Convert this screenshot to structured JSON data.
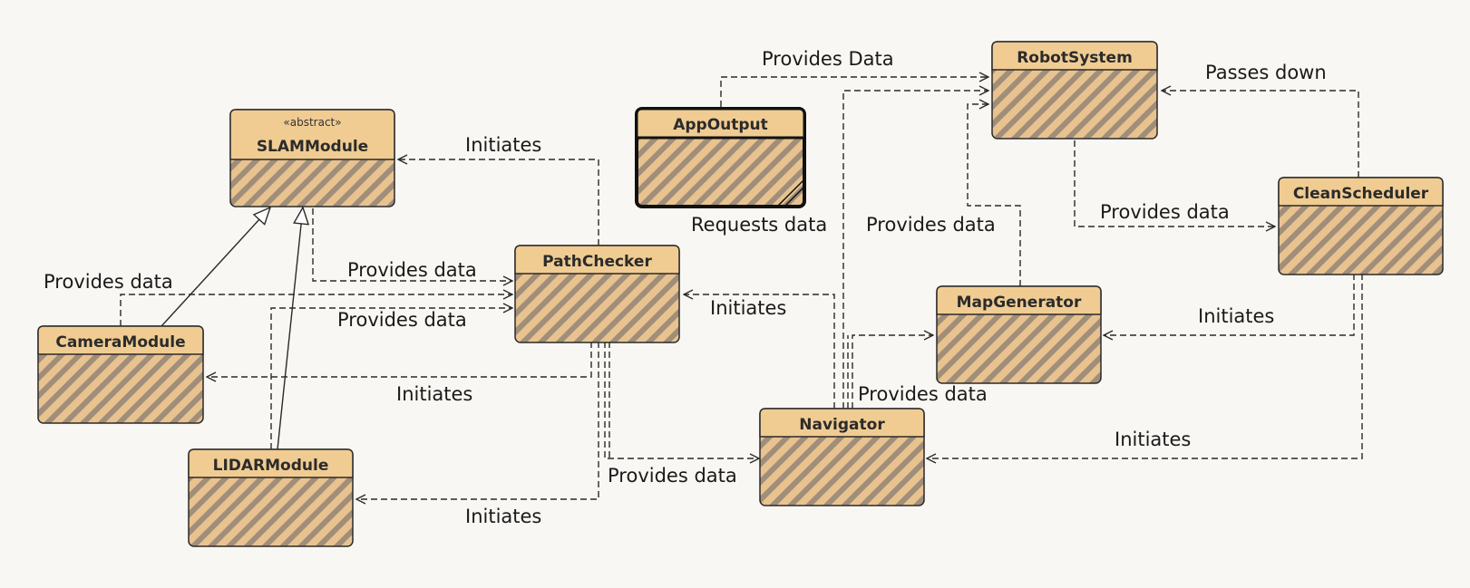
{
  "classes": {
    "slam": {
      "stereotype": "«abstract»",
      "name": "SLAMModule"
    },
    "app_output": {
      "name": "AppOutput"
    },
    "robot_system": {
      "name": "RobotSystem"
    },
    "path_checker": {
      "name": "PathChecker"
    },
    "clean_scheduler": {
      "name": "CleanScheduler"
    },
    "camera_module": {
      "name": "CameraModule"
    },
    "map_generator": {
      "name": "MapGenerator"
    },
    "navigator": {
      "name": "Navigator"
    },
    "lidar_module": {
      "name": "LIDARModule"
    }
  },
  "edges": {
    "appoutput_provides_data": "Provides Data",
    "cleanscheduler_passes_down": "Passes down",
    "pathchecker_initiates_slam": "Initiates",
    "navigator_requests_data": "Requests data",
    "mapgenerator_provides_data": "Provides data",
    "robotsystem_provides_data": "Provides data",
    "slam_provides_data": "Provides data",
    "camera_provides_data": "Provides data",
    "lidar_provides_data": "Provides data",
    "navigator_initiates_pathchecker": "Initiates",
    "cleanscheduler_initiates_mapgenerator": "Initiates",
    "pathchecker_initiates_camera": "Initiates",
    "navigator_provides_data_mapgenerator": "Provides data",
    "cleanscheduler_initiates_navigator": "Initiates",
    "pathchecker_provides_data_navigator": "Provides data",
    "pathchecker_initiates_lidar": "Initiates"
  }
}
